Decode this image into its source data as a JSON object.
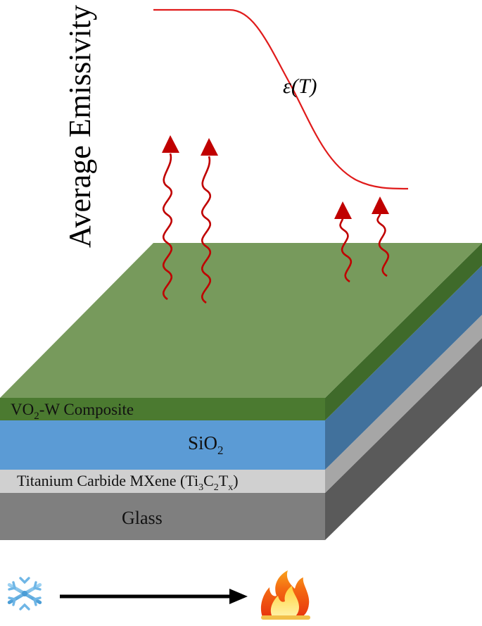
{
  "axis": {
    "ylabel": "Average Emissivity"
  },
  "curve": {
    "label": "ε(T)",
    "label_main": "ε",
    "label_arg": "(T)",
    "color": "#e01b1b"
  },
  "layers": [
    {
      "name": "vo2_w",
      "parts": [
        "VO",
        "2",
        "-W Composite"
      ],
      "top_color": "#779a5c",
      "front_color": "#4b7a30",
      "side_color": "#3f6a2a"
    },
    {
      "name": "sio2",
      "parts": [
        "SiO",
        "2"
      ],
      "front_color": "#5b9bd5",
      "side_color": "#41719c"
    },
    {
      "name": "mxene",
      "parts": [
        "Titanium Carbide MXene (Ti",
        "3",
        "C",
        "2",
        "T",
        "x",
        ")"
      ],
      "front_color": "#d0d0d0",
      "side_color": "#a6a6a6"
    },
    {
      "name": "glass",
      "parts": [
        "Glass"
      ],
      "front_color": "#7f7f7f",
      "side_color": "#5a5a5a"
    }
  ],
  "arrows": {
    "color": "#c00000",
    "count": 4
  },
  "temperature_scale": {
    "cold_icon": "snowflake-icon",
    "hot_icon": "fire-icon"
  }
}
